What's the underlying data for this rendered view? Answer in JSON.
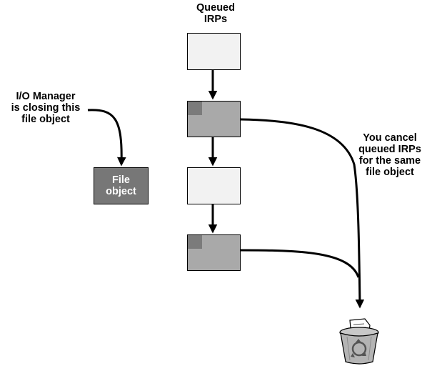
{
  "labels": {
    "queued_irps": "Queued\nIRPs",
    "io_manager": "I/O Manager\nis closing this\nfile object",
    "file_object": "File\nobject",
    "cancel": "You cancel\nqueued IRPs\nfor the same\nfile object"
  },
  "queue": [
    {
      "state": "empty"
    },
    {
      "state": "canceled"
    },
    {
      "state": "empty"
    },
    {
      "state": "canceled"
    }
  ],
  "icons": {
    "trash": "recycle-bin-icon"
  },
  "colors": {
    "empty_irp": "#f2f2f2",
    "canceled_irp": "#a9a9a9",
    "file_object": "#777777",
    "arrow": "#000000"
  }
}
